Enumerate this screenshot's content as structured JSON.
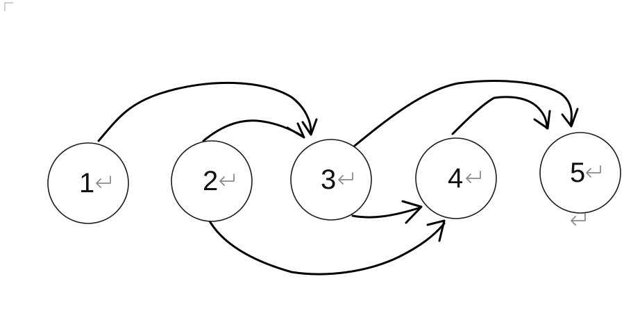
{
  "diagram": {
    "nodes": [
      {
        "id": "n1",
        "label": "1"
      },
      {
        "id": "n2",
        "label": "2"
      },
      {
        "id": "n3",
        "label": "3"
      },
      {
        "id": "n4",
        "label": "4"
      },
      {
        "id": "n5",
        "label": "5"
      }
    ],
    "edges": [
      {
        "from": "1",
        "to": "3"
      },
      {
        "from": "2",
        "to": "3"
      },
      {
        "from": "2",
        "to": "4"
      },
      {
        "from": "3",
        "to": "4"
      },
      {
        "from": "3",
        "to": "5"
      },
      {
        "from": "4",
        "to": "5"
      }
    ]
  },
  "colors": {
    "stroke": "#000000",
    "paragraph_mark": "#8a8a8a",
    "background": "#ffffff"
  },
  "icons": {
    "paragraph_mark": "return-arrow-icon",
    "page_corner": "page-corner-icon"
  }
}
